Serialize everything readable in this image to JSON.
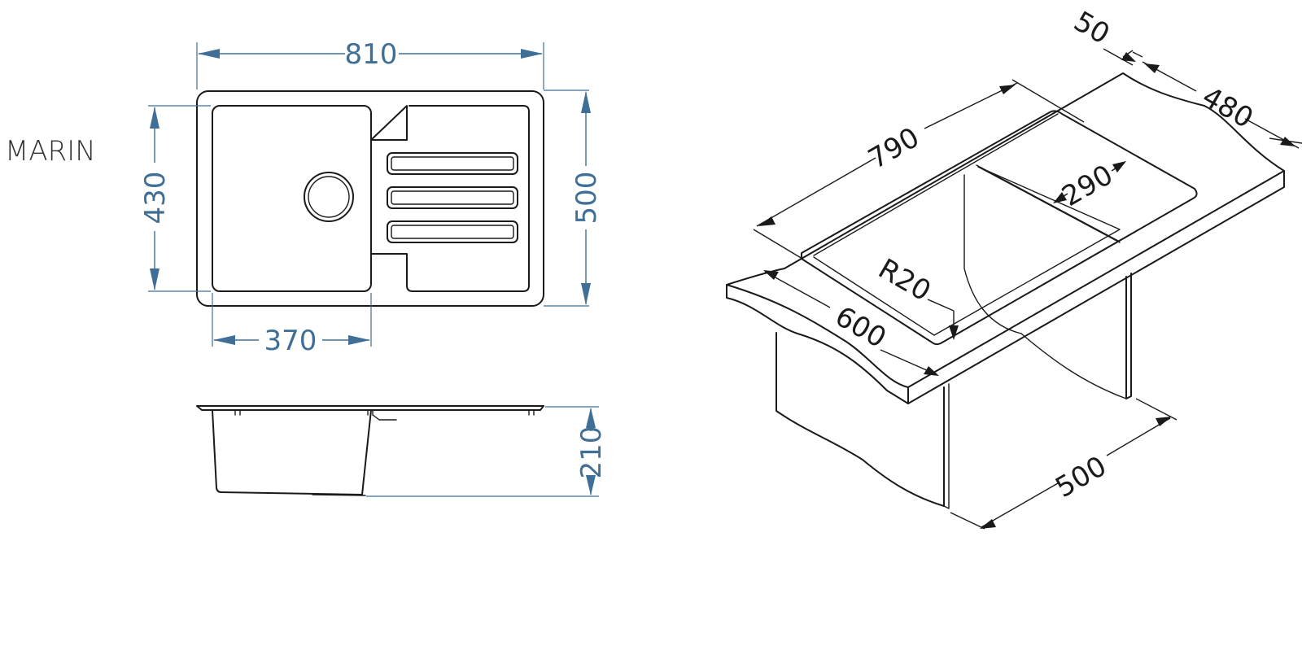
{
  "title": "MARIN",
  "colors": {
    "dimension": "#3f6f96",
    "outline": "#1a1a1a"
  },
  "top_view": {
    "overall_width": "810",
    "overall_depth": "500",
    "bowl_depth": "430",
    "bowl_width": "370"
  },
  "side_view": {
    "bowl_height": "210"
  },
  "iso_view": {
    "edge_depth": "50",
    "cabinet_side": "480",
    "length": "790",
    "drainer_width": "290",
    "corner_radius": "R20",
    "width": "600",
    "cabinet_width": "500"
  }
}
